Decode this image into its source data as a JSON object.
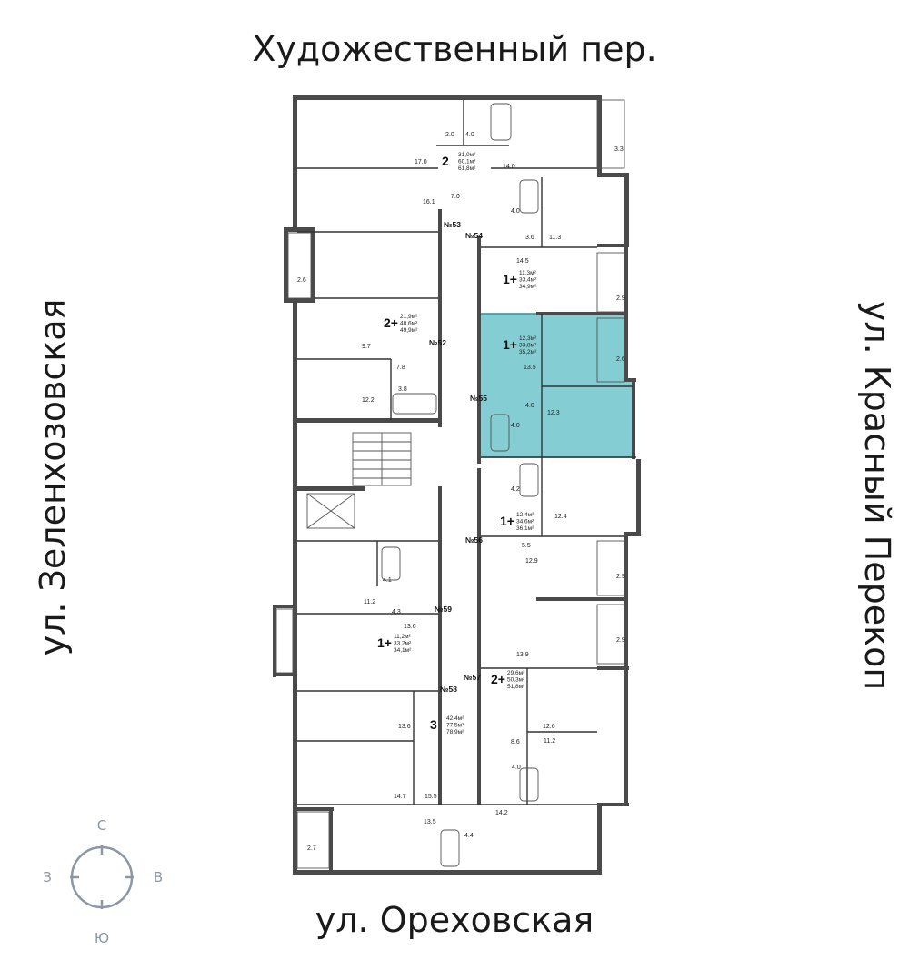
{
  "streets": {
    "top": "Художественный пер.",
    "bottom": "ул. Ореховская",
    "left": "ул. Зеленхозовская",
    "right": "ул. Красный Перекоп"
  },
  "compass": {
    "north": "С",
    "south": "Ю",
    "west": "З",
    "east": "В"
  },
  "colors": {
    "highlight": "#5bbcc4",
    "highlight_border": "#2e8f98",
    "wall": "#4a4a4a",
    "compass": "#8a97a6"
  },
  "apartments": [
    {
      "number": "№53",
      "rooms": "2",
      "areas": [
        "31,0м²",
        "60,1м²",
        "61,8м²"
      ]
    },
    {
      "number": "№54",
      "rooms": "1+",
      "areas": [
        "11,3м²",
        "33,4м²",
        "34,9м²"
      ]
    },
    {
      "number": "№55",
      "rooms": "1+",
      "areas": [
        "12,3м²",
        "33,8м²",
        "35,2м²"
      ],
      "highlighted": true
    },
    {
      "number": "№52",
      "rooms": "2+",
      "areas": [
        "21,9м²",
        "48,6м²",
        "49,9м²"
      ]
    },
    {
      "number": "№56",
      "rooms": "1+",
      "areas": [
        "12,4м²",
        "34,6м²",
        "36,1м²"
      ]
    },
    {
      "number": "№59",
      "rooms": "1+",
      "areas": [
        "11,2м²",
        "33,2м²",
        "34,1м²"
      ]
    },
    {
      "number": "№57",
      "rooms": "2+",
      "areas": [
        "29,6м²",
        "50,3м²",
        "51,8м²"
      ]
    },
    {
      "number": "№58",
      "rooms": "3",
      "areas": [
        "42,4м²",
        "77,5м²",
        "78,9м²"
      ]
    }
  ],
  "room_areas": [
    "2.0",
    "4.0",
    "3.3",
    "17.0",
    "14.0",
    "7.0",
    "16.1",
    "4.0",
    "3.6",
    "11.3",
    "2.6",
    "14.5",
    "2.9",
    "9.7",
    "7.8",
    "2.6",
    "3.8",
    "12.2",
    "13.5",
    "4.0",
    "12.3",
    "4.0",
    "4.2",
    "12.4",
    "5.5",
    "12.9",
    "4.1",
    "11.2",
    "4.3",
    "2.9",
    "13.6",
    "2.9",
    "13.9",
    "13.6",
    "8.6",
    "12.6",
    "11.2",
    "4.0",
    "14.7",
    "15.5",
    "13.5",
    "14.2",
    "4.4",
    "2.7"
  ]
}
